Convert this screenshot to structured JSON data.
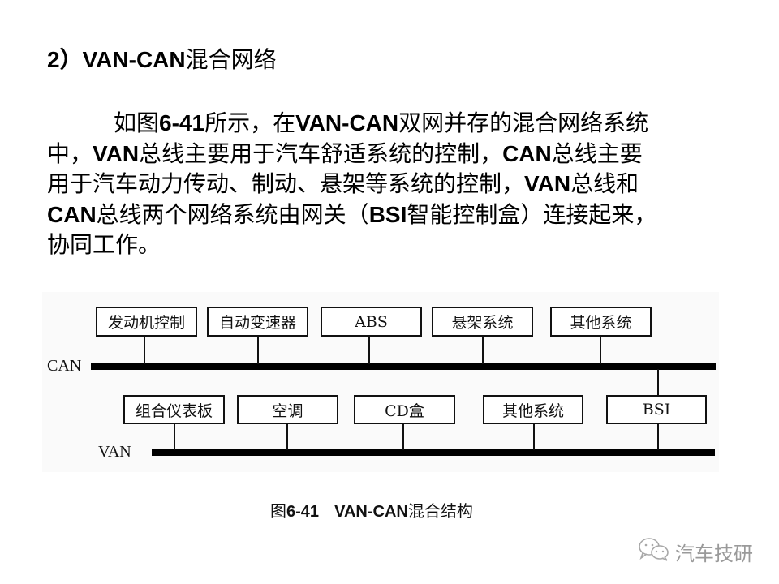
{
  "heading": {
    "number": "2）",
    "latin": "VAN-CAN",
    "cjk": "混合网络"
  },
  "paragraph": {
    "lines": [
      [
        "如图",
        "6-41",
        "所示，在",
        "VAN-CAN",
        "双网并存的混合网络系统"
      ],
      [
        "中，",
        "VAN",
        "总线主要用于汽车舒适系统的控制，",
        "CAN",
        "总线主要"
      ],
      [
        "用于汽车动力传动、制动、悬架等系统的控制，",
        "VAN",
        "总线和"
      ],
      [
        "CAN",
        "总线两个网络系统由网关（",
        "BSI",
        "智能控制盒）连接起来，"
      ],
      [
        "协同工作。"
      ]
    ]
  },
  "diagram": {
    "can_label": "CAN",
    "van_label": "VAN",
    "can_nodes": [
      "发动机控制",
      "自动变速器",
      "ABS",
      "悬架系统",
      "其他系统"
    ],
    "van_nodes": [
      "组合仪表板",
      "空调",
      "CD盒",
      "其他系统",
      "BSI"
    ],
    "gateway": "BSI"
  },
  "caption": {
    "prefix": "图",
    "number": "6-41",
    "latin": "VAN-CAN",
    "cjk": "混合结构"
  },
  "watermark": {
    "icon": "wechat-icon",
    "text": "汽车技研"
  }
}
